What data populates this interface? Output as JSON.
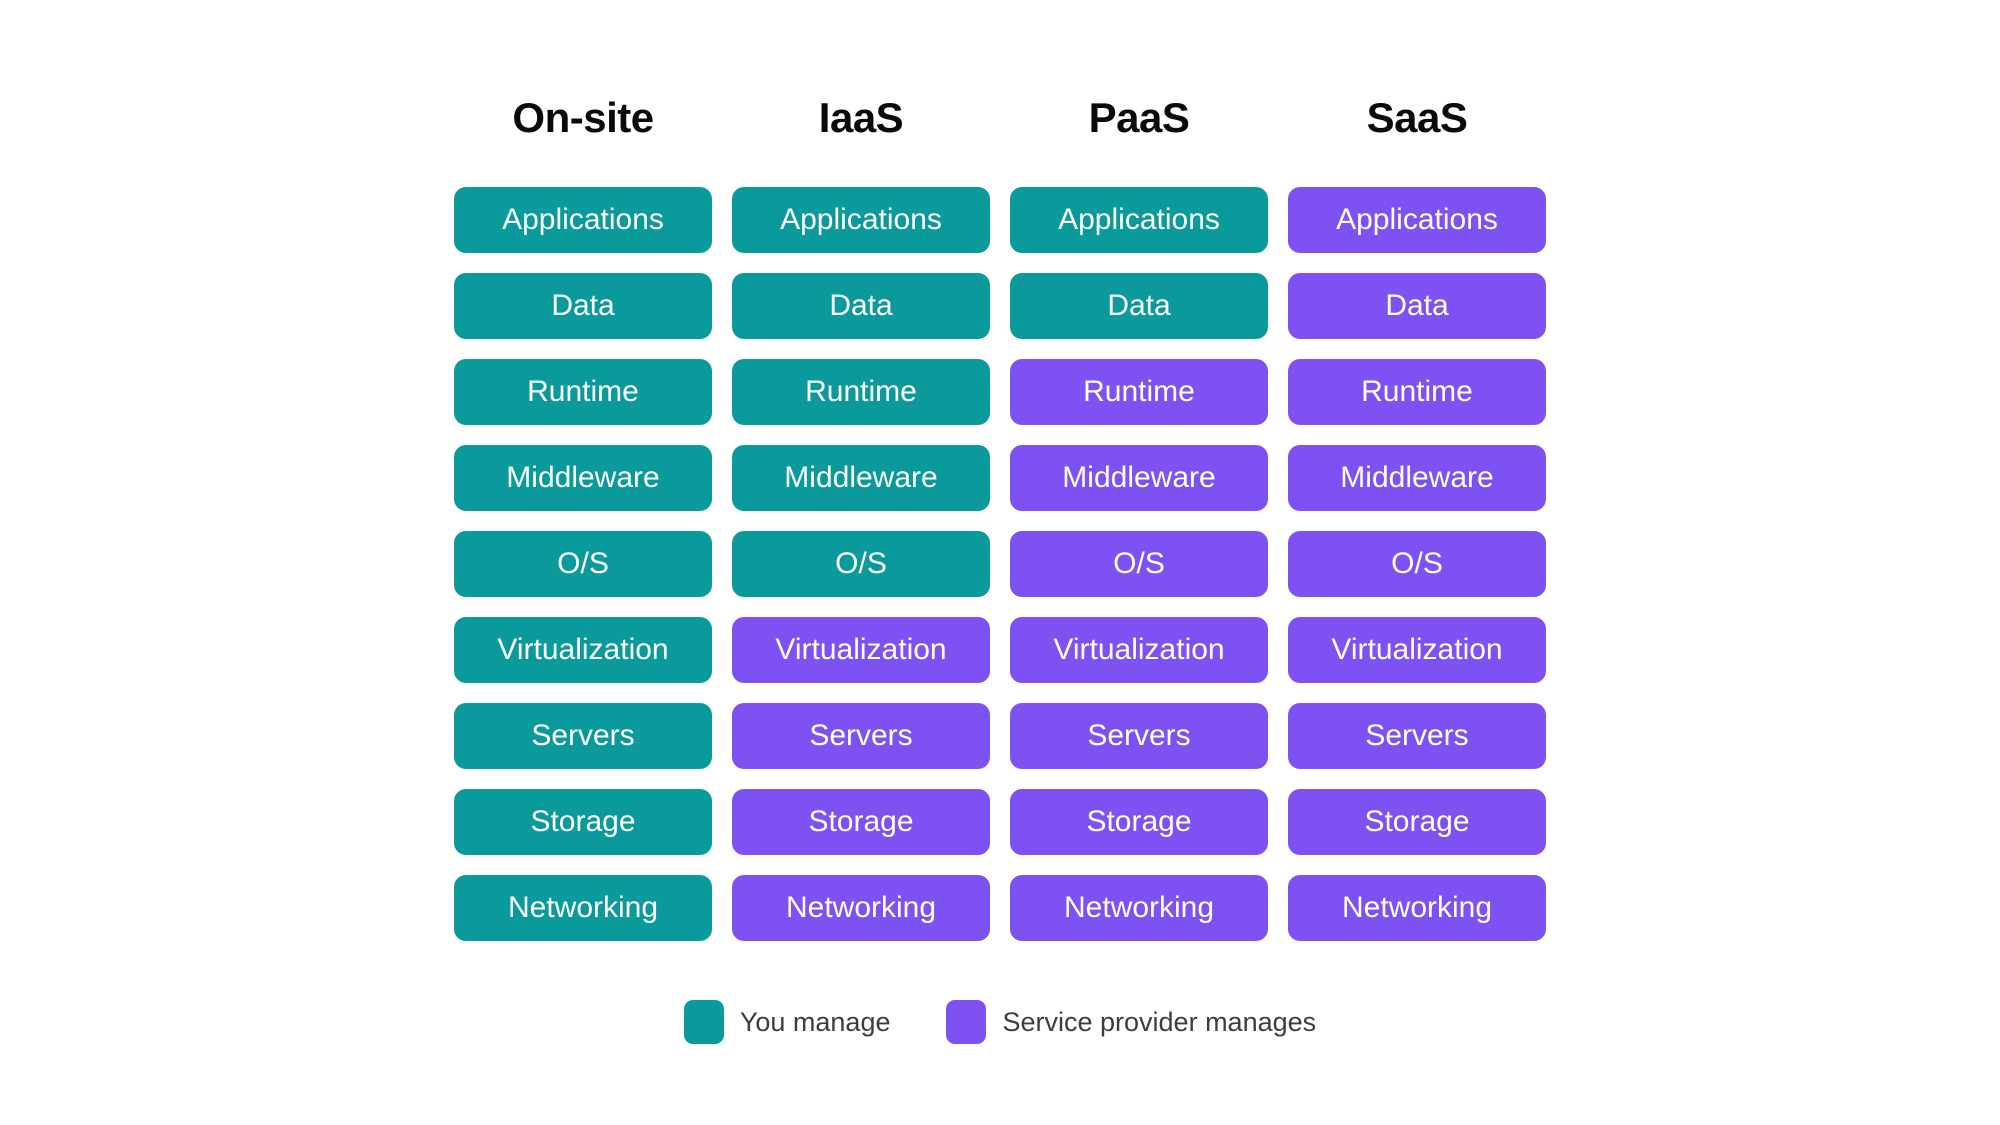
{
  "colors": {
    "background": "#ffffff",
    "you_manage": "#0B9A9B",
    "provider_manages": "#7D51F2",
    "header_text": "#0a0a0a",
    "block_text": "#ffffff",
    "legend_text": "#3d3d3d"
  },
  "columns": [
    {
      "title": "On-site",
      "layers": [
        {
          "label": "Applications",
          "managed_by": "you"
        },
        {
          "label": "Data",
          "managed_by": "you"
        },
        {
          "label": "Runtime",
          "managed_by": "you"
        },
        {
          "label": "Middleware",
          "managed_by": "you"
        },
        {
          "label": "O/S",
          "managed_by": "you"
        },
        {
          "label": "Virtualization",
          "managed_by": "you"
        },
        {
          "label": "Servers",
          "managed_by": "you"
        },
        {
          "label": "Storage",
          "managed_by": "you"
        },
        {
          "label": "Networking",
          "managed_by": "you"
        }
      ]
    },
    {
      "title": "IaaS",
      "layers": [
        {
          "label": "Applications",
          "managed_by": "you"
        },
        {
          "label": "Data",
          "managed_by": "you"
        },
        {
          "label": "Runtime",
          "managed_by": "you"
        },
        {
          "label": "Middleware",
          "managed_by": "you"
        },
        {
          "label": "O/S",
          "managed_by": "you"
        },
        {
          "label": "Virtualization",
          "managed_by": "provider"
        },
        {
          "label": "Servers",
          "managed_by": "provider"
        },
        {
          "label": "Storage",
          "managed_by": "provider"
        },
        {
          "label": "Networking",
          "managed_by": "provider"
        }
      ]
    },
    {
      "title": "PaaS",
      "layers": [
        {
          "label": "Applications",
          "managed_by": "you"
        },
        {
          "label": "Data",
          "managed_by": "you"
        },
        {
          "label": "Runtime",
          "managed_by": "provider"
        },
        {
          "label": "Middleware",
          "managed_by": "provider"
        },
        {
          "label": "O/S",
          "managed_by": "provider"
        },
        {
          "label": "Virtualization",
          "managed_by": "provider"
        },
        {
          "label": "Servers",
          "managed_by": "provider"
        },
        {
          "label": "Storage",
          "managed_by": "provider"
        },
        {
          "label": "Networking",
          "managed_by": "provider"
        }
      ]
    },
    {
      "title": "SaaS",
      "layers": [
        {
          "label": "Applications",
          "managed_by": "provider"
        },
        {
          "label": "Data",
          "managed_by": "provider"
        },
        {
          "label": "Runtime",
          "managed_by": "provider"
        },
        {
          "label": "Middleware",
          "managed_by": "provider"
        },
        {
          "label": "O/S",
          "managed_by": "provider"
        },
        {
          "label": "Virtualization",
          "managed_by": "provider"
        },
        {
          "label": "Servers",
          "managed_by": "provider"
        },
        {
          "label": "Storage",
          "managed_by": "provider"
        },
        {
          "label": "Networking",
          "managed_by": "provider"
        }
      ]
    }
  ],
  "legend": {
    "items": [
      {
        "label": "You manage",
        "managed_by": "you"
      },
      {
        "label": "Service provider manages",
        "managed_by": "provider"
      }
    ]
  }
}
